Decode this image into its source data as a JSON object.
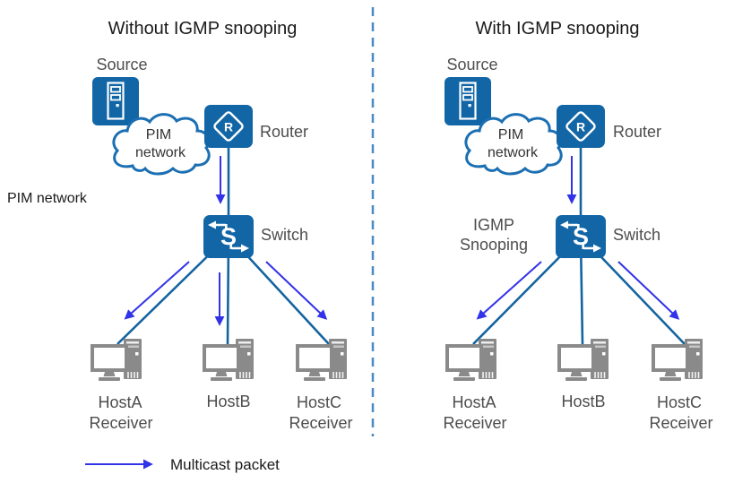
{
  "panels": {
    "left": {
      "title": "Without IGMP snooping",
      "source_label": "Source",
      "cloud": {
        "line1": "PIM",
        "line2": "network"
      },
      "router_label": "Router",
      "switch_label": "Switch",
      "hosts": {
        "a": {
          "name": "HostA",
          "role": "Receiver"
        },
        "b": {
          "name": "HostB"
        },
        "c": {
          "name": "HostC",
          "role": "Receiver"
        }
      }
    },
    "right": {
      "title": "With IGMP snooping",
      "source_label": "Source",
      "cloud": {
        "line1": "PIM",
        "line2": "network"
      },
      "annotation": {
        "line1": "IGMP",
        "line2": "Snooping"
      },
      "router_label": "Router",
      "switch_label": "Switch",
      "hosts": {
        "a": {
          "name": "HostA",
          "role": "Receiver"
        },
        "b": {
          "name": "HostB"
        },
        "c": {
          "name": "HostC",
          "role": "Receiver"
        }
      }
    }
  },
  "side_label": "PIM network",
  "legend": {
    "multicast": "Multicast packet"
  },
  "icons": {
    "router_letter": "R",
    "switch_letter": "S",
    "source_icon": "server",
    "host_icon": "desktop-computer",
    "cloud_icon": "network-cloud"
  },
  "colors": {
    "device_blue": "#1366A6",
    "cloud_stroke_blue": "#1B6FB2",
    "link_blue": "#1464A0",
    "multicast_packet_blue": "#3232E8",
    "divider_blue": "#4C8AC6",
    "host_gray": "#8A8A8A",
    "title_text": "#1a1a1a",
    "label_text": "#4d4d4d"
  }
}
